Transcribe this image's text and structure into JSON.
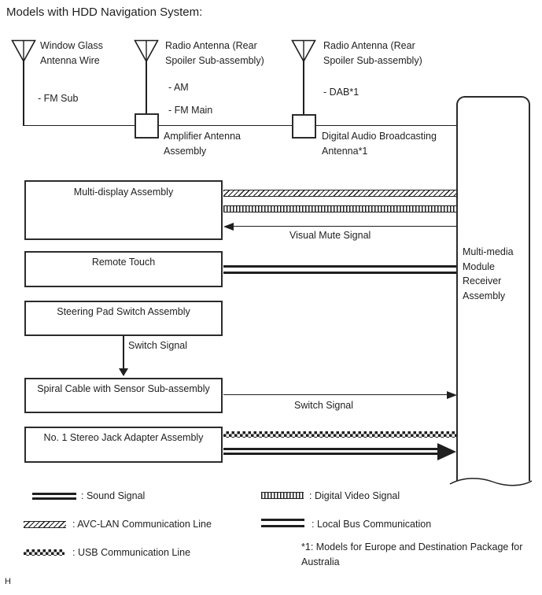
{
  "title": "Models with HDD Navigation System:",
  "top": {
    "antenna1": {
      "label": "Window Glass Antenna Wire",
      "band": "- FM Sub"
    },
    "antenna2": {
      "label": "Radio Antenna (Rear Spoiler Sub-assembly)",
      "band1": "- AM",
      "band2": "- FM Main",
      "unit": "Amplifier Antenna Assembly"
    },
    "antenna3": {
      "label": "Radio Antenna (Rear Spoiler Sub-assembly)",
      "band1": "- DAB*1",
      "unit": "Digital Audio Broadcasting Antenna*1"
    }
  },
  "receiver": {
    "label": "Multi-media Module Receiver Assembly"
  },
  "components": {
    "multi_display": "Multi-display Assembly",
    "remote_touch": "Remote Touch",
    "steering_pad": "Steering Pad Switch Assembly",
    "spiral_cable": "Spiral Cable with Sensor Sub-assembly",
    "stereo_jack": "No. 1 Stereo Jack Adapter Assembly"
  },
  "signals": {
    "visual_mute": "Visual Mute Signal",
    "switch_down": "Switch Signal",
    "switch_right": "Switch Signal"
  },
  "legend": {
    "sound": ": Sound Signal",
    "digital_video": ": Digital Video Signal",
    "avc_lan": ": AVC-LAN Communication Line",
    "local_bus": ": Local Bus Communication",
    "usb": ": USB Communication Line",
    "footnote": "*1: Models for Europe and Destination Package for Australia"
  },
  "footer_mark": "H",
  "colors": {
    "ink": "#1f1f1f",
    "background": "#ffffff"
  }
}
